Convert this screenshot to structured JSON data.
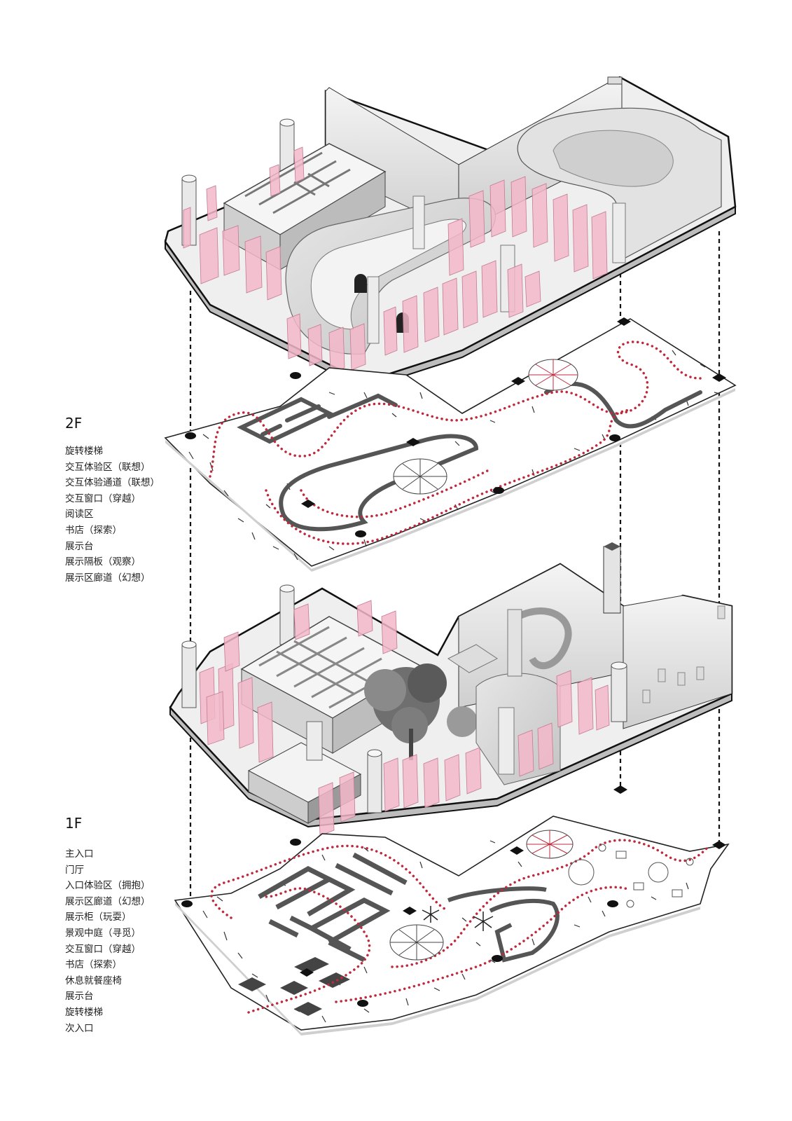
{
  "floors": [
    {
      "id": "2f",
      "label": "2F",
      "items": [
        "旋转楼梯",
        "交互体验区（联想）",
        "交互体验通道（联想）",
        "交互窗口（穿越）",
        "阅读区",
        "书店（探索）",
        "展示台",
        "展示隔板（观察）",
        "展示区廊道（幻想）"
      ]
    },
    {
      "id": "1f",
      "label": "1F",
      "items": [
        "主入口",
        "门厅",
        "入口体验区（拥抱）",
        "展示区廊道（幻想）",
        "展示柜（玩耍）",
        "景观中庭（寻觅）",
        "交互窗口（穿越）",
        "书店（探索）",
        "休息就餐座椅",
        "展示台",
        "旋转楼梯",
        "次入口"
      ]
    }
  ],
  "colors": {
    "accent_pink": "#f2b7c8",
    "path_red": "#c0283b",
    "wall_gray": "#d8d8d8",
    "outline": "#111111"
  }
}
